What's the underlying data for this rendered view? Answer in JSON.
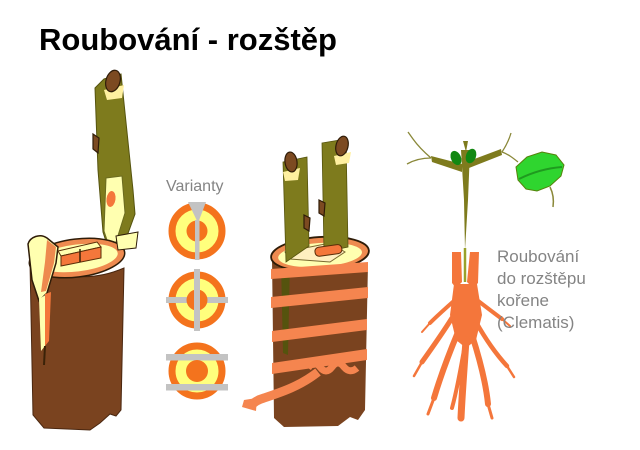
{
  "title": "Roubování - rozštěp",
  "variants": {
    "label": "Varianty"
  },
  "caption": {
    "lines": [
      "Roubování",
      "do rozštěpu",
      "kořene",
      "(Clematis)"
    ]
  },
  "colors": {
    "background": "#FFFFFF",
    "title_text": "#000000",
    "gray_text": "#848484",
    "stump_brown": "#7A431F",
    "wood_yellow": "#FFFFB0",
    "bark_rim_orange": "#EE8A4F",
    "cleft_orange": "#F4773B",
    "binding_orange": "#F5854F",
    "scion_olive": "#7E7B1D",
    "scion_dark_olive": "#55530E",
    "bud_brown": "#7C4A21",
    "bud_collar_yellow": "#FFF0A0",
    "leaf_green": "#2FD52F",
    "bud_green": "#128812",
    "root_orange": "#F4763B",
    "variant_ring_orange": "#F4731D",
    "variant_fill_yellow": "#FFFF7D",
    "variant_slit_gray": "#C3C3C3"
  }
}
